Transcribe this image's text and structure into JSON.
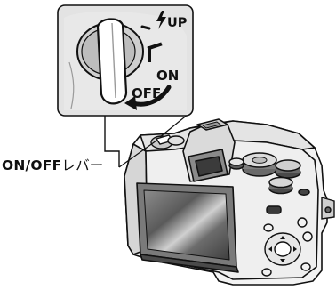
{
  "inset": {
    "label_flash": "UP",
    "label_on": "ON",
    "label_off": "OFF"
  },
  "callout": {
    "bold_text": "ON/OFF",
    "plain_text": "レバー"
  },
  "colors": {
    "inset_background": "#e2e2e2",
    "line": "#111111",
    "camera_light": "#f2f2f2",
    "camera_mid": "#cfcfcf",
    "camera_dark": "#555555"
  },
  "icons": {
    "flash": "lightning-bolt-icon",
    "rotate": "curved-arrow-icon"
  }
}
